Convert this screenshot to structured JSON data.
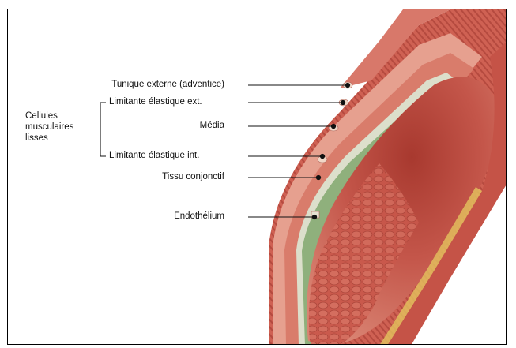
{
  "group_label": [
    "Cellules",
    "musculaires",
    "lisses"
  ],
  "labels": {
    "tunique_externe": "Tunique externe (adventice)",
    "limitante_ext": "Limitante élastique ext.",
    "media": "Média",
    "limitante_int": "Limitante élastique int.",
    "tissu_conjonctif": "Tissu conjonctif",
    "endothelium": "Endothélium"
  },
  "colors": {
    "outer_wall": "#c95a4d",
    "lumen": "#b8453a",
    "elastic_band": "#8fb07c",
    "connective": "#d9dcc8",
    "endothelium": "#e9b2a0"
  }
}
